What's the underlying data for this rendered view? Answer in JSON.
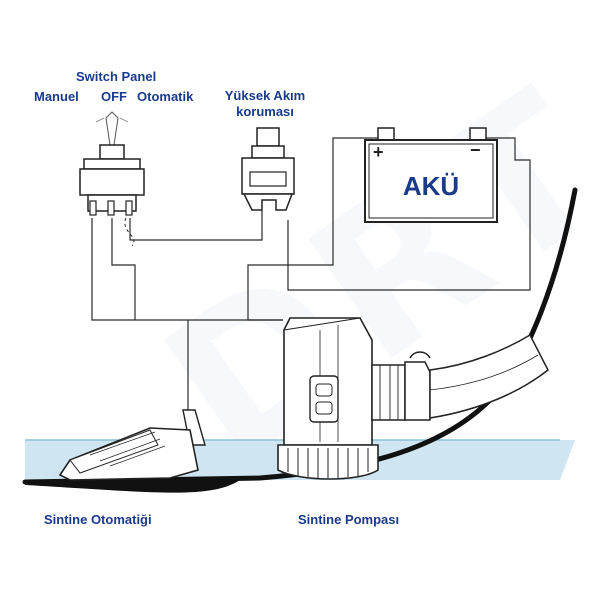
{
  "labels": {
    "switch_panel": "Switch Panel",
    "manuel": "Manuel",
    "off": "OFF",
    "otomatik": "Otomatik",
    "breaker_line1": "Yüksek Akım",
    "breaker_line2": "koruması",
    "battery": "AKÜ",
    "battery_plus": "+",
    "battery_minus": "−",
    "float_switch": "Sintine Otomatiği",
    "pump": "Sintine Pompası"
  },
  "watermark": "DRT",
  "colors": {
    "label_blue": "#1a3a8a",
    "line": "#2b2b2b",
    "water": "#cfe6f2",
    "water_line": "#8bbfd8",
    "hull": "#111111"
  }
}
